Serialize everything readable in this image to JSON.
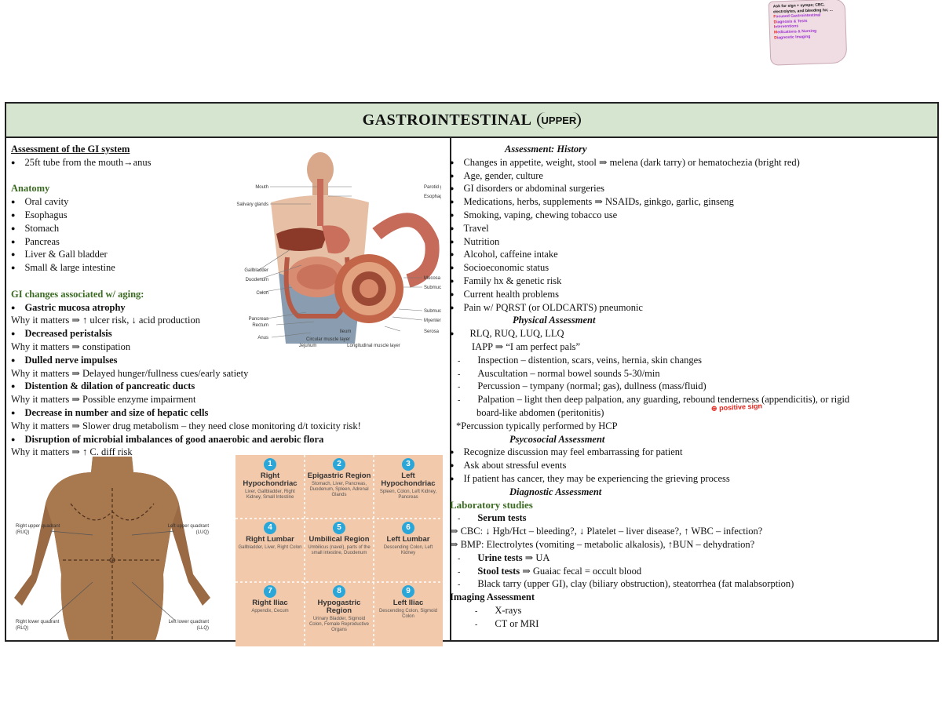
{
  "sticky_note": {
    "header": "Ask for sign + symps; CBC, electrolytes, and bleeding hx; ...",
    "rows": [
      {
        "letter": "F",
        "text": "Focused Gastrointestinal"
      },
      {
        "letter": "D",
        "text": "Diagnosis & Tests"
      },
      {
        "letter": "I",
        "text": "Interventions"
      },
      {
        "letter": "M",
        "text": "Medications & Nursing"
      },
      {
        "letter": "D",
        "text": "Diagnostic Imaging"
      }
    ]
  },
  "title": {
    "main": "GASTROINTESTINAL",
    "sub": "UPPER"
  },
  "left": {
    "heading": "Assessment of the GI system",
    "intro": "25ft tube from the mouth→anus",
    "anatomy_heading": "Anatomy",
    "anatomy_items": [
      "Oral cavity",
      "Esophagus",
      "Stomach",
      "Pancreas",
      "Liver & Gall bladder",
      "Small & large intestine"
    ],
    "aging_heading": "GI changes associated w/ aging:",
    "aging_items": [
      {
        "title": "Gastric mucosa atrophy",
        "why": "Why it matters ⇒ ↑ ulcer risk, ↓ acid production"
      },
      {
        "title": "Decreased peristalsis",
        "why": "Why it matters ⇒ constipation"
      },
      {
        "title": "Dulled nerve impulses",
        "why": "Why it matters ⇒ Delayed hunger/fullness cues/early satiety"
      },
      {
        "title": "Distention & dilation of pancreatic ducts",
        "why": "Why it matters ⇒ Possible enzyme impairment"
      },
      {
        "title": "Decrease in number and size of hepatic cells",
        "why": "Why it matters ⇒ Slower drug metabolism – they need close monitoring d/t toxicity risk!"
      },
      {
        "title": "Disruption of microbial imbalances of good anaerobic and aerobic flora",
        "why": "Why it matters ⇒ ↑ C. diff risk"
      }
    ]
  },
  "anatomy_figure": {
    "labels_left": [
      "Mouth",
      "Salivary glands",
      "Gallbladder",
      "Duodenum",
      "Colon",
      "Pancreas",
      "Rectum",
      "Anus"
    ],
    "labels_right": [
      "Parotid gland",
      "Esophagus",
      "Mucosa",
      "Submucosa",
      "Submucosal nerve plexus",
      "Myenteric nerve plexus",
      "Serosa"
    ],
    "labels_bottom": [
      "Jejunum",
      "Ileum",
      "Circular muscle layer",
      "Longitudinal muscle layer"
    ]
  },
  "body_figure": {
    "labels": [
      "Right upper quadrant (RUQ)",
      "Left upper quadrant (LUQ)",
      "Right lower quadrant (RLQ)",
      "Left lower quadrant (LLQ)"
    ]
  },
  "regions": [
    {
      "num": "1",
      "name": "Right Hypochondriac",
      "organs": "Liver, Gallbladder, Right Kidney, Small Intestine"
    },
    {
      "num": "2",
      "name": "Epigastric Region",
      "organs": "Stomach, Liver, Pancreas, Duodenum, Spleen, Adrenal Glands"
    },
    {
      "num": "3",
      "name": "Left Hypochondriac",
      "organs": "Spleen, Colon, Left Kidney, Pancreas"
    },
    {
      "num": "4",
      "name": "Right Lumbar",
      "organs": "Gallbladder, Liver, Right Colon"
    },
    {
      "num": "5",
      "name": "Umbilical Region",
      "organs": "Umbilicus (navel), parts of the small intestine, Duodenum"
    },
    {
      "num": "6",
      "name": "Left Lumbar",
      "organs": "Descending Colon, Left Kidney"
    },
    {
      "num": "7",
      "name": "Right Iliac",
      "organs": "Appendix, Cecum"
    },
    {
      "num": "8",
      "name": "Hypogastric Region",
      "organs": "Urinary Bladder, Sigmoid Colon, Female Reproductive Organs"
    },
    {
      "num": "9",
      "name": "Left Iliac",
      "organs": "Descending Colon, Sigmoid Colon"
    }
  ],
  "right": {
    "history_heading": "Assessment: History",
    "history_items": [
      "Changes in appetite, weight, stool ⇒ melena (dark tarry) or hematochezia (bright red)",
      "Age, gender, culture",
      "GI disorders or abdominal surgeries",
      "Medications, herbs, supplements ⇒ NSAIDs, ginkgo, garlic, ginseng",
      "Smoking, vaping, chewing tobacco use",
      "Travel",
      "Nutrition",
      "Alcohol, caffeine intake",
      "Socioeconomic status",
      "Family hx & genetic risk",
      "Current health problems",
      "Pain w/ PQRST (or OLDCARTS) pneumonic"
    ],
    "physical_heading": "Physical Assessment",
    "quadrants": "RLQ, RUQ, LUQ, LLQ",
    "iapp": "IAPP ⇒ “I am perfect pals”",
    "physical_items": [
      "Inspection – distention, scars, veins, hernia, skin changes",
      "Auscultation – normal bowel sounds 5-30/min",
      "Percussion – tympany (normal; gas), dullness (mass/fluid)",
      "Palpation – light then deep palpation, any guarding, rebound tenderness (appendicitis), or rigid"
    ],
    "palpation_cont": "board-like abdomen (peritonitis)",
    "percussion_note": "*Percussion typically performed by HCP",
    "psych_heading": "Psycosocial Assessment",
    "psych_items": [
      "Recognize discussion may feel embarrassing for patient",
      "Ask about stressful events",
      "If patient has cancer, they may be experiencing the grieving process"
    ],
    "diag_heading": "Diagnostic Assessment",
    "lab_heading": "Laboratory studies",
    "serum_label": "Serum tests",
    "cbc": "⇒ CBC: ↓ Hgb/Hct – bleeding?, ↓ Platelet – liver disease?, ↑ WBC – infection?",
    "bmp": "⇒ BMP: Electrolytes (vomiting – metabolic alkalosis), ↑BUN – dehydration?",
    "urine_label": "Urine tests",
    "urine_val": " ⇒ UA",
    "stool_label": "Stool tests",
    "stool_val": "  ⇒ Guaiac fecal = occult blood",
    "stool_note": "Black tarry (upper GI), clay (biliary obstruction), steatorrhea (fat malabsorption)",
    "imaging_heading": "Imaging Assessment",
    "imaging_items": [
      "X-rays",
      "CT or MRI"
    ]
  },
  "red_note": "⊕ positive sign"
}
